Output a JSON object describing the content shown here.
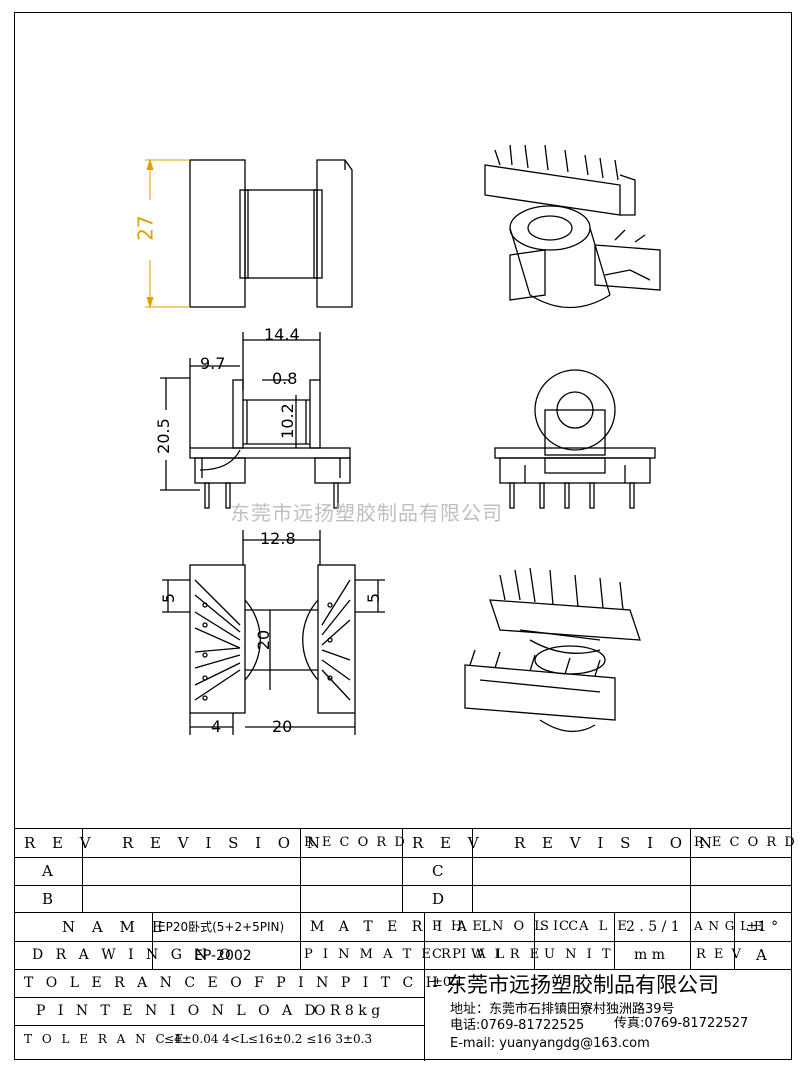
{
  "dimensions": {
    "d27": "27",
    "d14_4": "14.4",
    "d9_7": "9.7",
    "d0_8": "0.8",
    "d20_5": "20.5",
    "d10_2": "10.2",
    "d12_8": "12.8",
    "d5_left": "5",
    "d5_right": "5",
    "d20_mid": "20",
    "d4": "4",
    "d20_bottom": "20"
  },
  "watermark": "东莞市远扬塑胶制品有限公司",
  "revision_table": {
    "rev_label_left": "R E V",
    "revision_label_left": "R E V I S I O N",
    "record_label_left": "R E C O R D",
    "rev_label_right": "R E V",
    "revision_label_right": "R E V I S I O N",
    "record_label_right": "R E C O R D",
    "rows_left": [
      "A",
      "B"
    ],
    "rows_right": [
      "C",
      "D"
    ]
  },
  "title_block": {
    "name_label": "N A M E",
    "name_value": "EP20卧式(5+2+5PIN)",
    "material_label": "M A T E R I A L",
    "material_value": "P H E N O L I C",
    "scale_label": "S C A L E",
    "scale_value": "2 . 5 / 1",
    "angle_label": "A N G L E",
    "angle_value": "±1 °",
    "drawing_label": "D R A W I N G  N O",
    "drawing_value": "EP-2002",
    "pin_material_label": "P I N  M A T E R I A L",
    "pin_material_value": "C P  W I R E",
    "unit_label": "U N I T",
    "unit_value": "m m",
    "rev_label": "R E V",
    "rev_value": "A",
    "pitch_label": "T O L E R A N C E  O F  P I N  P I T C H",
    "pitch_value": "±0.1",
    "pin_tension_label": "P I N  T E N I O N  L O A D",
    "pin_tension_value": "O R  8 k g",
    "tolerance_label": "T O L E R A N C E",
    "tolerance_values": "≤4±0.04   4<L≤16±0.2   ≤16 3±0.3",
    "company_name": "东莞市远扬塑胶制品有限公司",
    "address": "地址：东莞市石排镇田寮村独洲路39号",
    "phone": "电话:0769-81722525",
    "fax": "传真:0769-81722527",
    "email": "E-mail: yuanyangdg@163.com"
  }
}
